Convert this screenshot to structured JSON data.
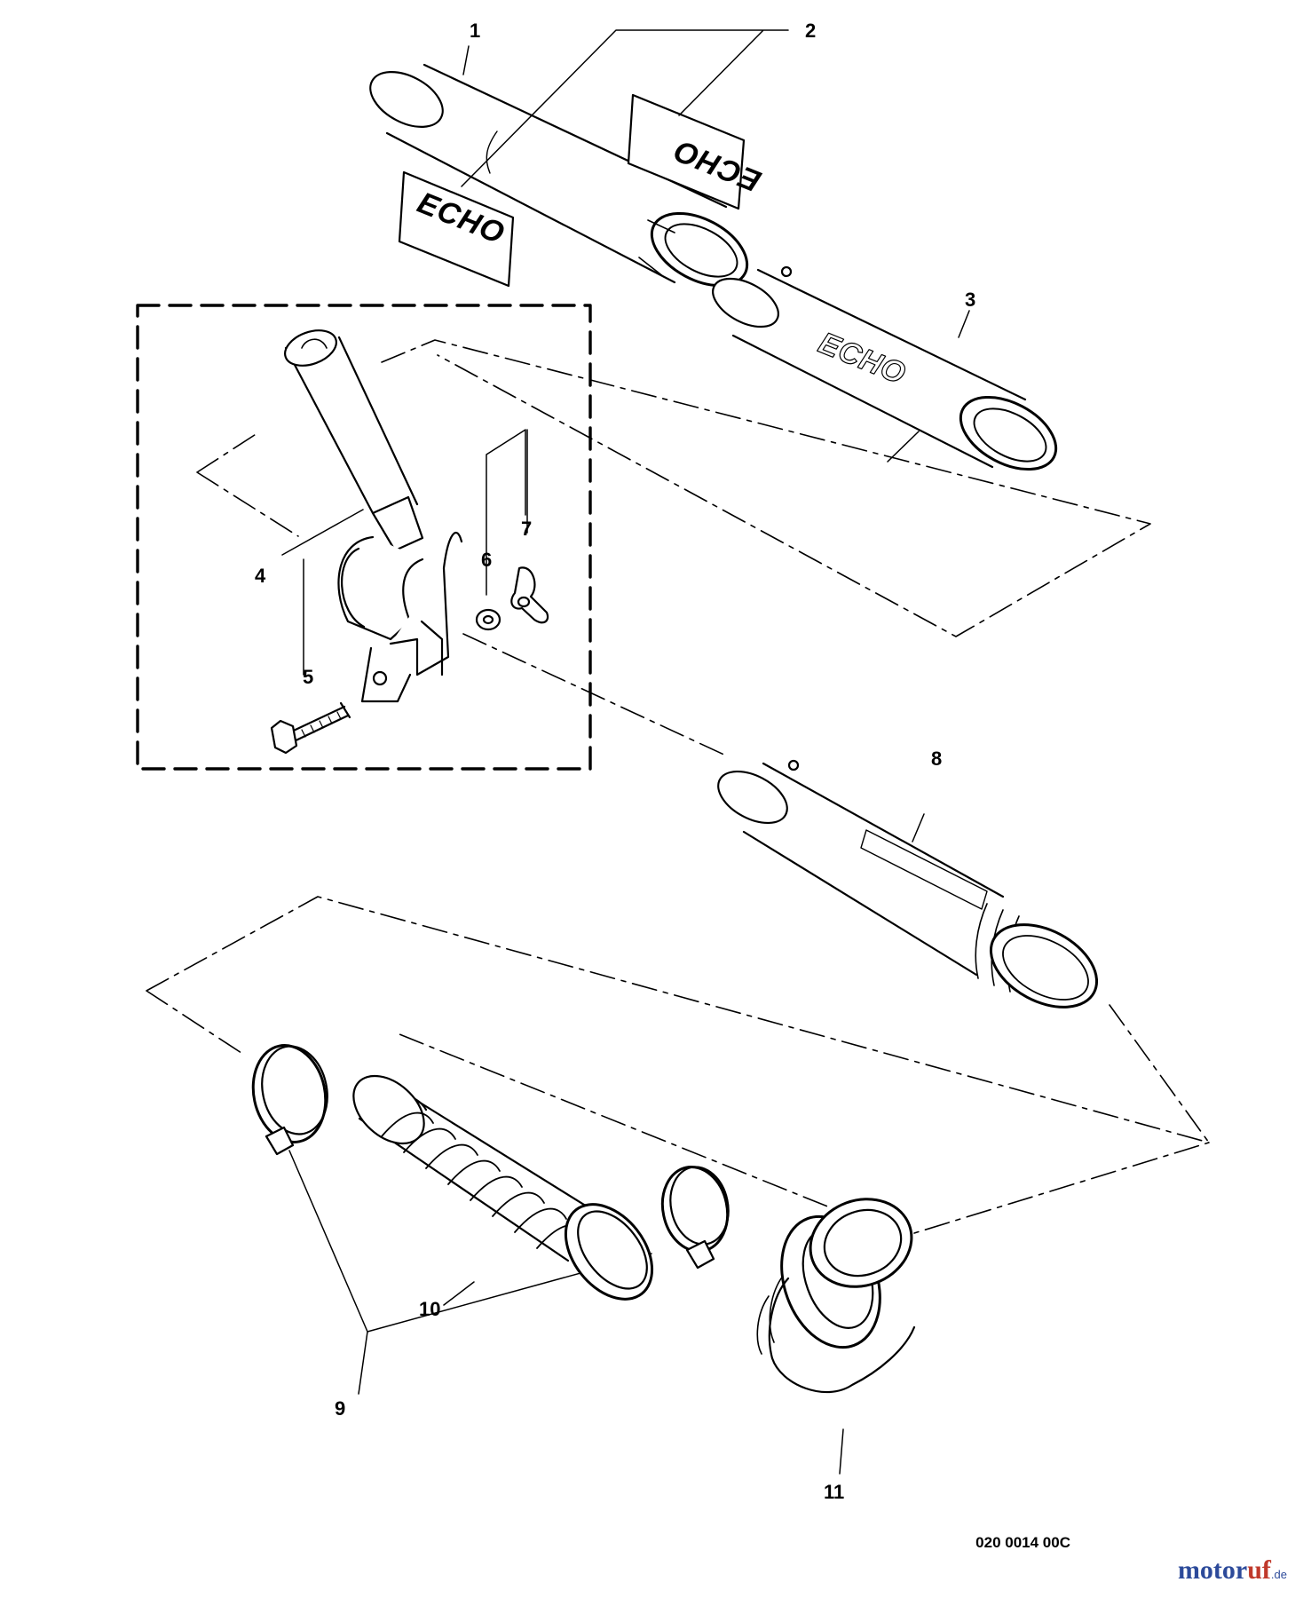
{
  "callouts": [
    "1",
    "2",
    "3",
    "4",
    "5",
    "6",
    "7",
    "8",
    "9",
    "10",
    "11"
  ],
  "brand_decal_text": "ECHO",
  "footer_code": "020 0014 00C",
  "watermark": {
    "main": "motor",
    "accent": "uf",
    "suffix": ".de"
  },
  "colors": {
    "line": "#000000",
    "background": "#ffffff",
    "watermark_blue": "#2c4a9a",
    "watermark_red": "#c0392b"
  }
}
